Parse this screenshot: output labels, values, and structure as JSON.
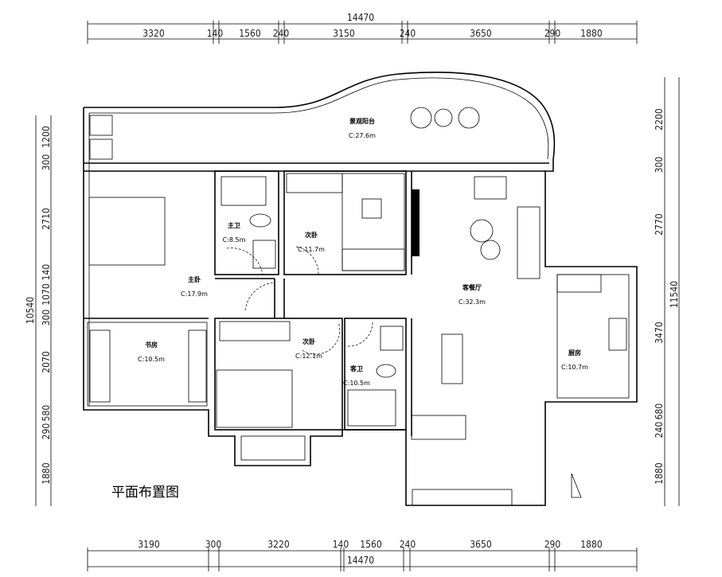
{
  "title": "平面布置图",
  "dimensions": {
    "top_total": "14470",
    "top": [
      "3320",
      "140",
      "1560",
      "240",
      "3150",
      "240",
      "3650",
      "290",
      "1880"
    ],
    "bottom_total": "14470",
    "bottom": [
      "3190",
      "300",
      "3220",
      "140",
      "1560",
      "240",
      "3650",
      "290",
      "1880"
    ],
    "left_total": "10540",
    "left": [
      "1200",
      "300",
      "2710",
      "140",
      "1070",
      "300",
      "2070",
      "580",
      "290",
      "1880"
    ],
    "right_total": "11540",
    "right": [
      "2200",
      "300",
      "2770",
      "3470",
      "680",
      "240",
      "1880"
    ]
  },
  "rooms": [
    {
      "name": "景观阳台",
      "area": "C:27.6m"
    },
    {
      "name": "主卫",
      "area": "C:8.5m"
    },
    {
      "name": "次卧",
      "area": "C:11.7m"
    },
    {
      "name": "主卧",
      "area": "C:17.9m"
    },
    {
      "name": "书房",
      "area": "C:10.5m"
    },
    {
      "name": "次卧",
      "area": "C:12.1m"
    },
    {
      "name": "客卫",
      "area": "C:10.5m"
    },
    {
      "name": "客餐厅",
      "area": "C:32.3m"
    },
    {
      "name": "厨房",
      "area": "C:10.7m"
    }
  ]
}
